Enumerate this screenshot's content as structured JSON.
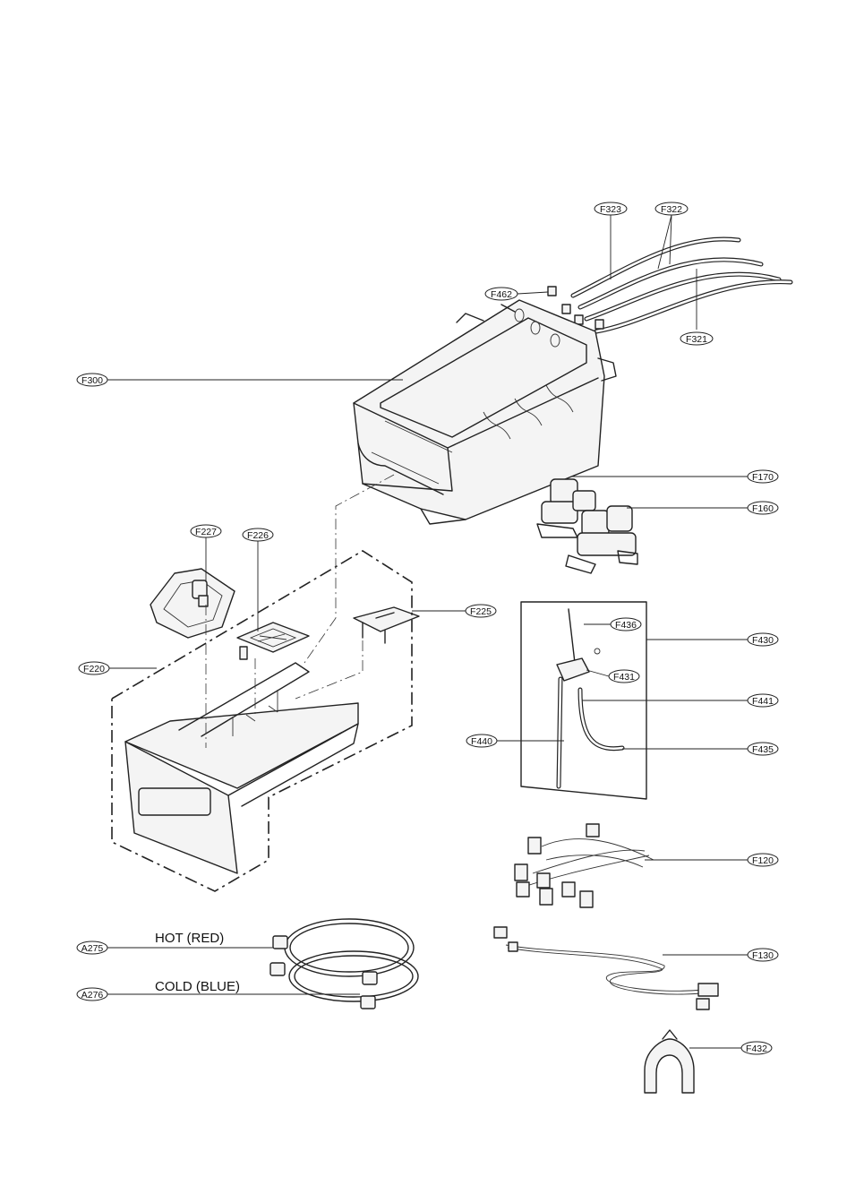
{
  "callouts": {
    "f323": "F323",
    "f322": "F322",
    "f462": "F462",
    "f321": "F321",
    "f300": "F300",
    "f170": "F170",
    "f160": "F160",
    "f227": "F227",
    "f226": "F226",
    "f225": "F225",
    "f220": "F220",
    "f436": "F436",
    "f430": "F430",
    "f431": "F431",
    "f441": "F441",
    "f440": "F440",
    "f435": "F435",
    "f120": "F120",
    "a275": "A275",
    "f130": "F130",
    "a276": "A276",
    "f432": "F432"
  },
  "labels": {
    "hot": "HOT (RED)",
    "cold": "COLD (BLUE)"
  }
}
